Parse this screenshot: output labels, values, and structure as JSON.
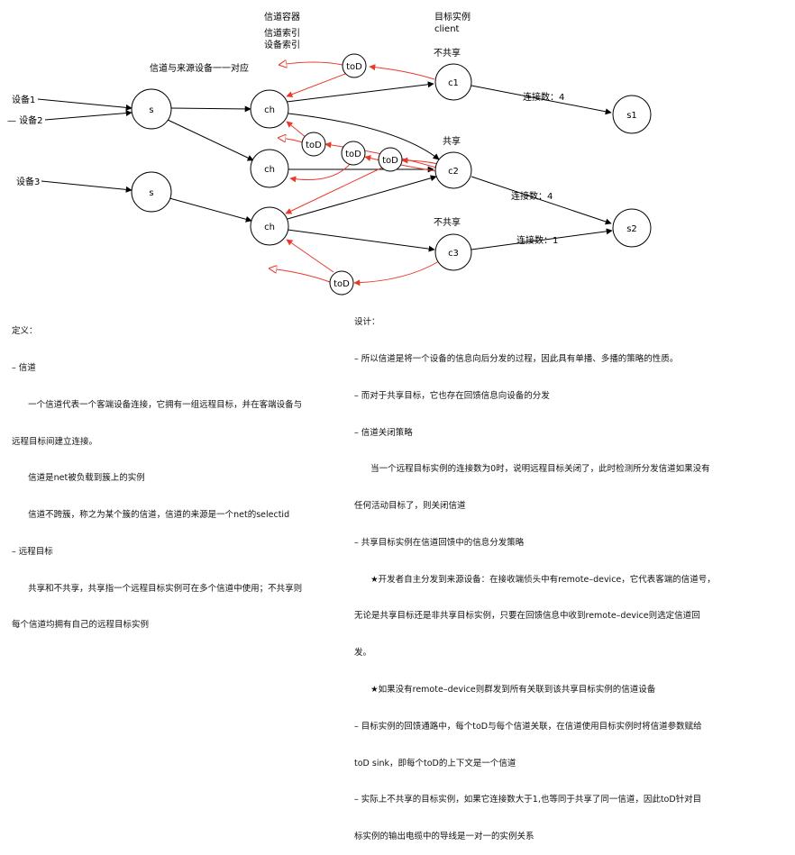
{
  "header": {
    "channel_container": "信道容器",
    "channel_index": "信道索引",
    "device_index": "设备索引",
    "target_instance": "目标实例",
    "client": "client",
    "one_to_one": "信道与来源设备一一对应"
  },
  "devices": {
    "dev1": "设备1",
    "dev2": "— 设备2",
    "dev3": "设备3"
  },
  "nodes": {
    "s": "s",
    "ch": "ch",
    "toD": "toD",
    "c1": "c1",
    "c2": "c2",
    "c3": "c3",
    "s1": "s1",
    "s2": "s2"
  },
  "share_labels": {
    "not_shared_1": "不共享",
    "shared": "共享",
    "not_shared_2": "不共享"
  },
  "edge_labels": {
    "conn_c1_s1": "连接数：4",
    "conn_c2_s2": "连接数：4",
    "conn_c3_s2": "连接数：1"
  },
  "colors": {
    "feedback": "#e8392a",
    "line": "#000000"
  },
  "notes_left": [
    "定义：",
    "– 信道",
    "      一个信道代表一个客端设备连接，它拥有一组远程目标，并在客端设备与",
    "远程目标间建立连接。",
    "      信道是net被负载到簇上的实例",
    "      信道不跨簇，称之为某个簇的信道，信道的来源是一个net的selectid",
    "– 远程目标",
    "      共享和不共享，共享指一个远程目标实例可在多个信道中使用；不共享则",
    "每个信道均拥有自己的远程目标实例"
  ],
  "notes_right": [
    "设计：",
    "– 所以信道是将一个设备的信息向后分发的过程，因此具有单播、多播的策略的性质。",
    "– 而对于共享目标，它也存在回馈信息向设备的分发",
    "– 信道关闭策略",
    "      当一个远程目标实例的连接数为0时，说明远程目标关闭了，此时检测所分发信道如果没有",
    "任何活动目标了，则关闭信道",
    "– 共享目标实例在信道回馈中的信息分发策略",
    "      ★开发者自主分发到来源设备：在接收端侦头中有remote–device，它代表客端的信道号，",
    "无论是共享目标还是非共享目标实例，只要在回馈信息中收到remote–device则选定信道回",
    "发。",
    "      ★如果没有remote–device则群发到所有关联到该共享目标实例的信道设备",
    "– 目标实例的回馈通路中，每个toD与每个信道关联，在信道使用目标实例时将信道参数赋给",
    "toD sink，即每个toD的上下文是一个信道",
    "– 实际上不共享的目标实例，如果它连接数大于1,也等同于共享了同一信道，因此toD针对目",
    "标实例的输出电缆中的导线是一对一的实例关系"
  ]
}
